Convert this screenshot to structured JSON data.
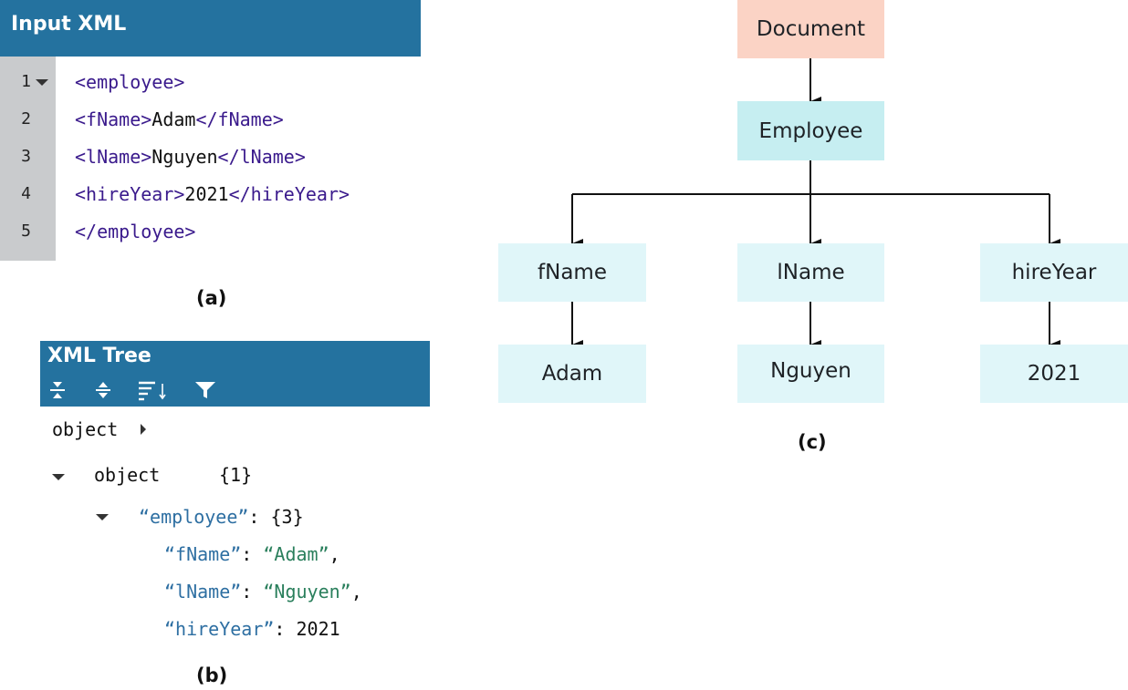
{
  "panel_a": {
    "title": "Input XML",
    "lines": [
      {
        "num": "1",
        "tag_open": "<employee>",
        "text": "",
        "tag_close": ""
      },
      {
        "num": "2",
        "tag_open": "<fName>",
        "text": "Adam",
        "tag_close": "</fName>"
      },
      {
        "num": "3",
        "tag_open": "<lName>",
        "text": "Nguyen",
        "tag_close": "</lName>"
      },
      {
        "num": "4",
        "tag_open": "<hireYear>",
        "text": "2021",
        "tag_close": "</hireYear>"
      },
      {
        "num": "5",
        "tag_open": "</employee>",
        "text": "",
        "tag_close": ""
      }
    ],
    "caption": "(a)"
  },
  "panel_b": {
    "title": "XML Tree",
    "toolbar_icons": [
      "expand-all-icon",
      "collapse-all-icon",
      "sort-icon",
      "filter-icon"
    ],
    "breadcrumb": "object",
    "root_label": "object",
    "root_count": "{1}",
    "employee_key": "“employee”",
    "employee_count": "{3}",
    "fields": [
      {
        "key": "“fName”",
        "value": "“Adam”",
        "value_type": "string",
        "trail": ","
      },
      {
        "key": "“lName”",
        "value": "“Nguyen”",
        "value_type": "string",
        "trail": ","
      },
      {
        "key": "“hireYear”",
        "value": "2021",
        "value_type": "number",
        "trail": ""
      }
    ],
    "caption": "(b)"
  },
  "panel_c": {
    "root": "Document",
    "employee": "Employee",
    "fields": [
      {
        "name": "fName",
        "value": "Adam"
      },
      {
        "name": "lName",
        "value": "Nguyen"
      },
      {
        "name": "hireYear",
        "value": "2021"
      }
    ],
    "caption": "(c)",
    "colors": {
      "document": "#fbd3c5",
      "employee": "#c6eef1",
      "leaf": "#e0f6f9",
      "header": "#24729f"
    }
  }
}
